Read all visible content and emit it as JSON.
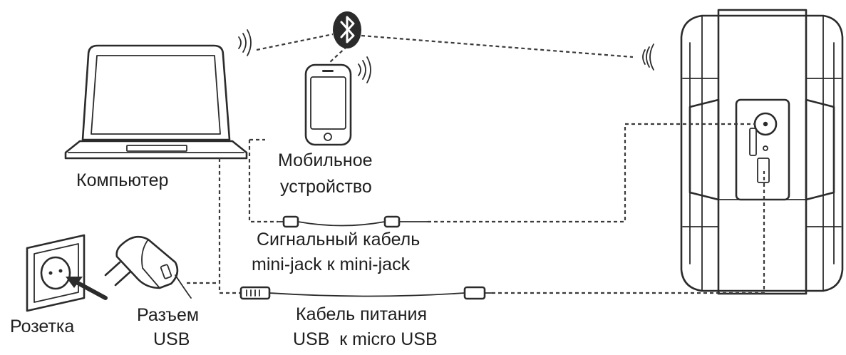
{
  "labels": {
    "computer": "Компьютер",
    "mobile_line1": "Мобильное",
    "mobile_line2": "устройство",
    "signal_cable_line1": "Сигнальный кабель",
    "signal_cable_line2": "mini-jack к mini-jack",
    "outlet": "Розетка",
    "usb_adapter_line1": "Разъем",
    "usb_adapter_line2": "USB",
    "power_cable_line1": "Кабель питания",
    "power_cable_line2": "USB  к micro USB"
  },
  "icons": {
    "bluetooth": "bluetooth-icon",
    "laptop": "laptop-icon",
    "phone": "phone-icon",
    "speaker": "speaker-icon",
    "outlet": "wall-outlet-icon",
    "adapter": "usb-power-adapter-icon",
    "wireless_signal": "wireless-signal-icon"
  }
}
